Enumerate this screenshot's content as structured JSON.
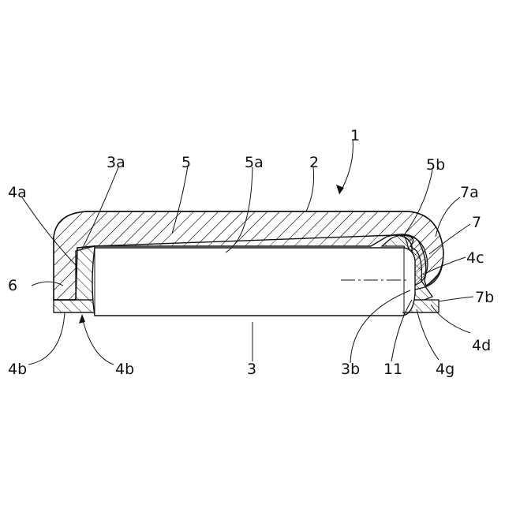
{
  "labels": {
    "l1": "1",
    "l2": "2",
    "l3": "3",
    "l3a": "3a",
    "l3b": "3b",
    "l4a": "4a",
    "l4b_left": "4b",
    "l4b_mid": "4b",
    "l4c": "4c",
    "l4d": "4d",
    "l4g": "4g",
    "l5": "5",
    "l5a": "5a",
    "l5b": "5b",
    "l6": "6",
    "l7": "7",
    "l7a": "7a",
    "l7b": "7b",
    "l11": "11"
  }
}
